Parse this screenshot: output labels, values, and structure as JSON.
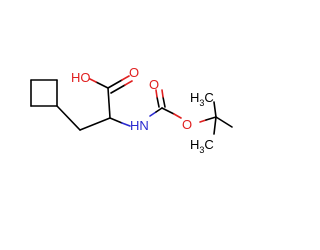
{
  "molecule": {
    "atom_labels": {
      "hydroxyl": "HO",
      "carbonyl_oxygen_acid": "O",
      "amine": "HN",
      "carbonyl_oxygen_carbamate": "O",
      "ester_oxygen": "O",
      "methyl_top": "H",
      "methyl_top_count": "3",
      "methyl_top_c": "C",
      "methyl_bottom": "H",
      "methyl_bottom_count": "3",
      "methyl_bottom_c": "C"
    },
    "colors": {
      "carbon_bond": "#000000",
      "oxygen": "#e02020",
      "nitrogen": "#2a2ad0"
    }
  }
}
